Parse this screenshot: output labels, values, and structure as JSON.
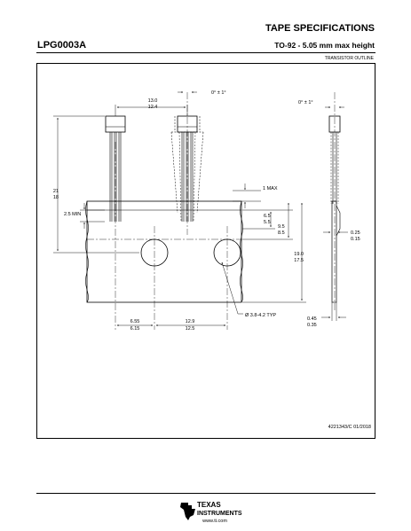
{
  "header": {
    "title": "TAPE SPECIFICATIONS",
    "part_number": "LPG0003A",
    "subtitle": "TO-92 - 5.05 mm max height",
    "outline_label": "TRANSISTOR OUTLINE"
  },
  "drawing": {
    "dims": {
      "body_width_top": "13.0",
      "body_width_bottom": "12.4",
      "angle_front": "0° ± 1°",
      "angle_side": "0° ± 1°",
      "height_top": "21",
      "height_bottom": "18",
      "min_spacing": "2.5 MIN",
      "offset_max": "1 MAX",
      "lead_a_top": "6.5",
      "lead_a_bottom": "5.5",
      "lead_b_top": "9.5",
      "lead_b_bottom": "8.5",
      "tape_height_top": "19.0",
      "tape_height_bottom": "17.5",
      "thickness_top": "0.25",
      "thickness_bottom": "0.15",
      "pitch_left_top": "6.55",
      "pitch_left_bottom": "6.15",
      "pitch_top": "12.9",
      "pitch_bottom": "12.5",
      "hole_dia": "Ø 3.8-4.2 TYP",
      "side_thick_top": "0.45",
      "side_thick_bottom": "0.35"
    },
    "drawing_code": "4221343/C   01/2018"
  },
  "footer": {
    "brand_line1": "TEXAS",
    "brand_line2": "INSTRUMENTS",
    "website": "www.ti.com"
  }
}
